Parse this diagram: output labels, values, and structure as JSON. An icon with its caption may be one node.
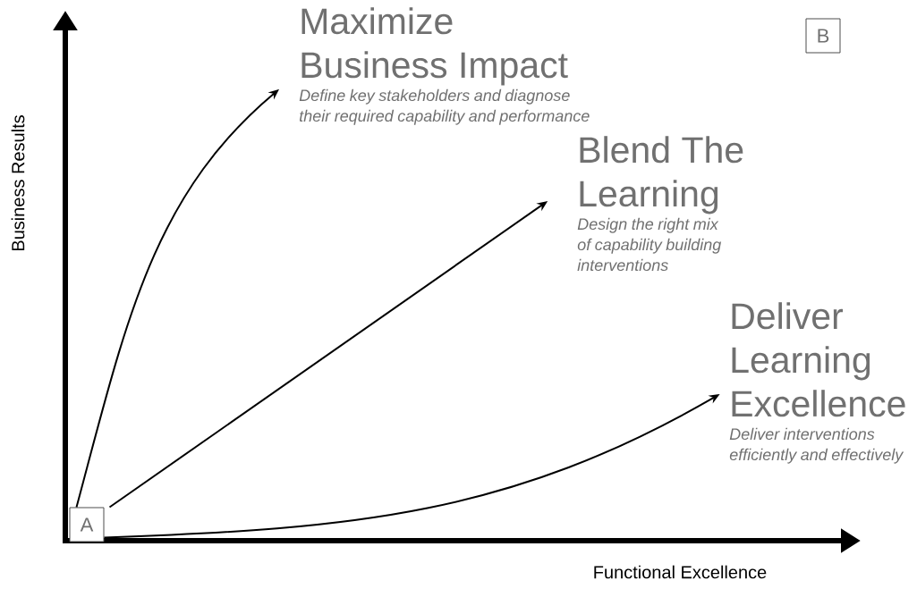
{
  "diagram": {
    "nodes": [
      {
        "text": [
          "A"
        ]
      },
      {
        "text": [
          "B"
        ]
      },
      {
        "text": [
          "Maximize Business Impact",
          "Define key stakeholders and diagnose their required capability and performance"
        ]
      },
      {
        "text": [
          "Blend The Learning",
          "Design the right mix of capability building interventions"
        ]
      },
      {
        "text": [
          "Deliver Learning Excellence",
          "Deliver interventions efficiently and effectively"
        ]
      }
    ],
    "edges": [
      {
        "from": 0,
        "to": 2,
        "arrow": "to"
      },
      {
        "from": 0,
        "to": 3,
        "arrow": "to"
      },
      {
        "from": 0,
        "to": 4,
        "arrow": "to"
      }
    ],
    "labels": [
      "Business Results",
      "Functional Excellence"
    ]
  }
}
